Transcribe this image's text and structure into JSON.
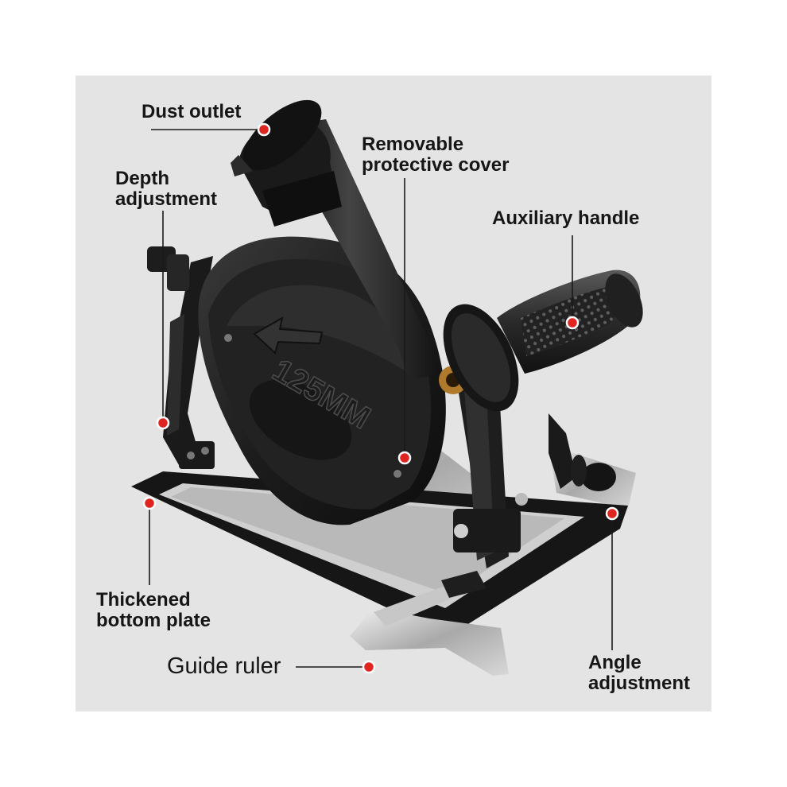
{
  "product_text": "125MM",
  "callouts": {
    "dust_outlet": "Dust outlet",
    "removable_cover_1": "Removable",
    "removable_cover_2": "protective cover",
    "depth_1": "Depth",
    "depth_2": "adjustment",
    "auxiliary_handle": "Auxiliary handle",
    "thickened_1": "Thickened",
    "thickened_2": "bottom plate",
    "guide_ruler": "Guide ruler",
    "angle_1": "Angle",
    "angle_2": "adjustment"
  },
  "colors": {
    "background": "#e4e4e4",
    "tool_body": "#1b1b1b",
    "marker": "#e0241f"
  }
}
